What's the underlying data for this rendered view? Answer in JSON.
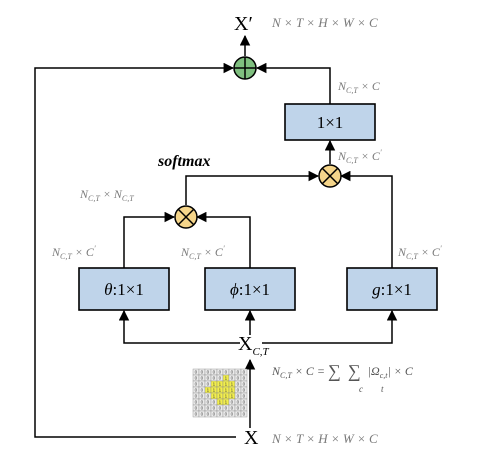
{
  "nodes": {
    "output_label": "X′",
    "output_dims": "N × T × H × W × C",
    "input_label": "X",
    "input_dims": "N × T × H × W × C",
    "xct_label": "X",
    "xct_sub": "C,T"
  },
  "boxes": {
    "final_conv": "1×1",
    "theta": {
      "sym": "θ",
      "rest": ":1×1"
    },
    "phi": {
      "sym": "ϕ",
      "rest": ":1×1"
    },
    "g": {
      "sym": "g",
      "rest": ":1×1"
    }
  },
  "ops": {
    "softmax": "softmax",
    "add": "⊕",
    "mul": "⊗"
  },
  "edge_dims": {
    "theta_out": "N_{C,T} × C′",
    "phi_out": "N_{C,T} × C′",
    "g_out": "N_{C,T} × C′",
    "softmax_out": "N_{C,T} × N_{C,T}",
    "mul2_out": "N_{C,T} × C′",
    "conv_out": "N_{C,T} × C"
  },
  "formula": {
    "lhs": "N_{C,T} × C = ",
    "sum1_sub": "c",
    "sum2_sub": "t",
    "term": "|Ω_{c,t}| × C"
  },
  "mask_grid": [
    "000000000",
    "000001000",
    "000111100",
    "001111100",
    "000111100",
    "000011000",
    "000000000",
    "000000000"
  ],
  "colors": {
    "box_fill": "#bfd4ea",
    "add_fill": "#7fbf7f",
    "mul_fill": "#f5d58a",
    "grid_active": "#f2ee4a",
    "dim_text": "#7a7a7a"
  }
}
